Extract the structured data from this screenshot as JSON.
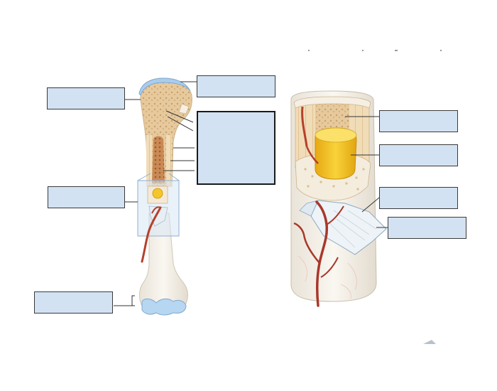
{
  "diagram": {
    "labels": [
      {
        "id": "label-1",
        "text": ""
      },
      {
        "id": "label-2",
        "text": ""
      },
      {
        "id": "label-3",
        "text": ""
      },
      {
        "id": "label-4",
        "text": ""
      },
      {
        "id": "label-5",
        "text": ""
      },
      {
        "id": "label-6",
        "text": ""
      },
      {
        "id": "label-7",
        "text": ""
      },
      {
        "id": "label-8",
        "text": ""
      },
      {
        "id": "label-9",
        "text": ""
      },
      {
        "id": "label-10",
        "text": ""
      }
    ],
    "colors": {
      "label_fill": "#d3e2f2",
      "bone_outer": "#f2ece2",
      "spongy_bone": "#e4c79a",
      "marrow_yellow": "#f4c62a",
      "red_marrow": "#c97a4a",
      "vessel": "#b5402b",
      "cartilage": "#a9cdee",
      "periosteum": "#d9e4ee"
    }
  }
}
